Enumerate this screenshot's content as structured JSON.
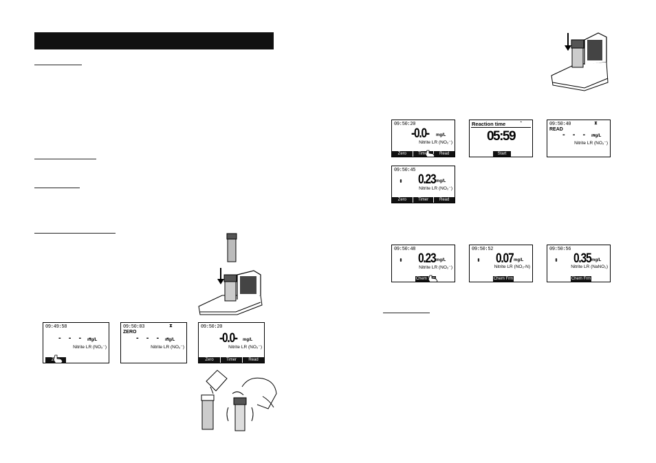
{
  "displays": {
    "d1": {
      "time": "09:49:58",
      "dashes": "- - - -",
      "unit": "mg/L",
      "param": "Nitrite LR (NO₂⁻)",
      "button": "Zero"
    },
    "d2": {
      "time": "09:50:03",
      "status": "ZERO",
      "dashes": "- - - -",
      "unit": "mg/L",
      "param": "Nitrite LR (NO₂⁻)"
    },
    "d3": {
      "time": "09:50:20",
      "value": "-0.0-",
      "unit": "mg/L",
      "param": "Nitrite LR (NO₂⁻)",
      "buttons": [
        "Zero",
        "Timer",
        "Read"
      ]
    },
    "d4": {
      "time": "09:50:20",
      "value": "-0.0-",
      "unit": "mg/L",
      "param": "Nitrite LR (NO₂⁻)",
      "buttons": [
        "Zero",
        "Timer",
        "Read"
      ]
    },
    "d5": {
      "header": "Reaction time",
      "value": "05:59",
      "button": "Start"
    },
    "d6": {
      "time": "09:50:40",
      "status": "READ",
      "dashes": "- - - -",
      "unit": "mg/L",
      "param": "Nitrite LR (NO₂⁻)"
    },
    "d7": {
      "time": "09:50:45",
      "value": "0.23",
      "unit": "mg/L",
      "param": "Nitrite LR (NO₂⁻)",
      "buttons": [
        "Zero",
        "Timer",
        "Read"
      ]
    },
    "d8": {
      "time": "09:50:48",
      "value": "0.23",
      "unit": "mg/L",
      "param": "Nitrite LR (NO₂⁻)",
      "button": "Chem Frm"
    },
    "d9": {
      "time": "09:50:52",
      "value": "0.07",
      "unit": "mg/L",
      "param": "Nitrite LR (NO₂-N)",
      "button": "Chem Frm"
    },
    "d10": {
      "time": "09:50:56",
      "value": "0.35",
      "unit": "mg/L",
      "param": "Nitrite LR (NaNO₂)",
      "button": "Chem Frm"
    }
  }
}
